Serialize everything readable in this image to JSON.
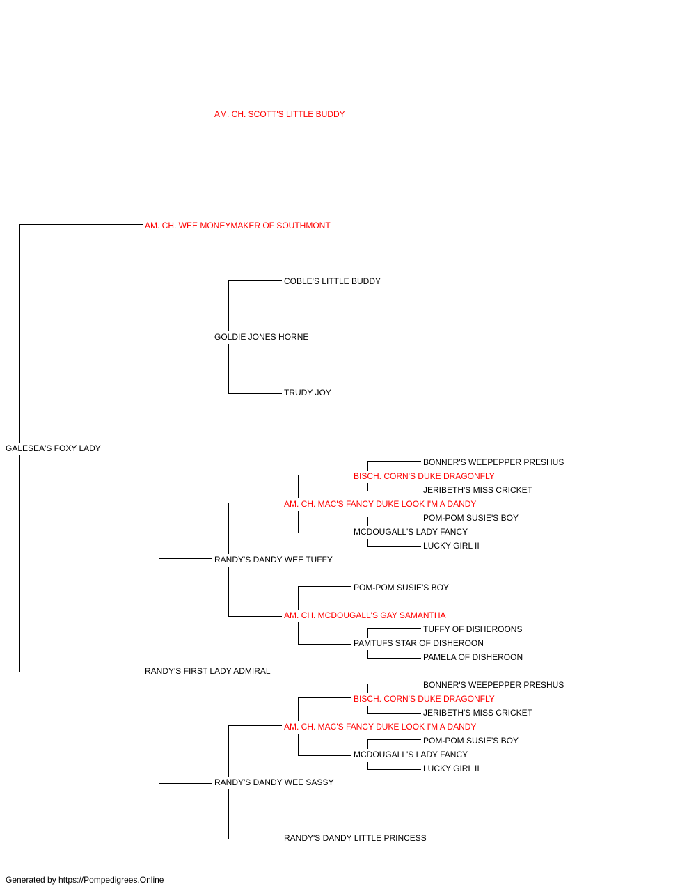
{
  "pedigree": {
    "root": {
      "name": "GALESEA'S FOXY LADY",
      "champion": false
    },
    "sire": {
      "name": "AM. CH. WEE MONEYMAKER OF SOUTHMONT",
      "champion": true
    },
    "sire_sire": {
      "name": "AM. CH. SCOTT'S LITTLE BUDDY",
      "champion": true
    },
    "sire_dam": {
      "name": "GOLDIE JONES HORNE",
      "champion": false
    },
    "sire_dam_sire": {
      "name": "COBLE'S LITTLE BUDDY",
      "champion": false
    },
    "sire_dam_dam": {
      "name": "TRUDY JOY",
      "champion": false
    },
    "dam": {
      "name": "RANDY'S FIRST LADY ADMIRAL",
      "champion": false
    },
    "dam_sire": {
      "name": "RANDY'S DANDY WEE TUFFY",
      "champion": false
    },
    "dam_sire_sire": {
      "name": "AM. CH. MAC'S FANCY DUKE LOOK I'M A DANDY",
      "champion": true
    },
    "dam_sire_sire_sire": {
      "name": "BISCH. CORN'S DUKE DRAGONFLY",
      "champion": true
    },
    "dam_sire_sire_sire_sire": {
      "name": "BONNER'S WEEPEPPER PRESHUS",
      "champion": false
    },
    "dam_sire_sire_sire_dam": {
      "name": "JERIBETH'S MISS CRICKET",
      "champion": false
    },
    "dam_sire_sire_dam": {
      "name": "MCDOUGALL'S LADY FANCY",
      "champion": false
    },
    "dam_sire_sire_dam_sire": {
      "name": "POM-POM SUSIE'S BOY",
      "champion": false
    },
    "dam_sire_sire_dam_dam": {
      "name": "LUCKY GIRL II",
      "champion": false
    },
    "dam_sire_dam": {
      "name": "AM. CH. MCDOUGALL'S GAY SAMANTHA",
      "champion": true
    },
    "dam_sire_dam_sire": {
      "name": "POM-POM SUSIE'S BOY",
      "champion": false
    },
    "dam_sire_dam_dam": {
      "name": "PAMTUFS STAR OF DISHEROON",
      "champion": false
    },
    "dam_sire_dam_dam_sire": {
      "name": "TUFFY OF DISHEROONS",
      "champion": false
    },
    "dam_sire_dam_dam_dam": {
      "name": "PAMELA OF DISHEROON",
      "champion": false
    },
    "dam_dam": {
      "name": "RANDY'S DANDY WEE SASSY",
      "champion": false
    },
    "dam_dam_sire": {
      "name": "AM. CH. MAC'S FANCY DUKE LOOK I'M A DANDY",
      "champion": true
    },
    "dam_dam_sire_sire": {
      "name": "BISCH. CORN'S DUKE DRAGONFLY",
      "champion": true
    },
    "dam_dam_sire_sire_sire": {
      "name": "BONNER'S WEEPEPPER PRESHUS",
      "champion": false
    },
    "dam_dam_sire_sire_dam": {
      "name": "JERIBETH'S MISS CRICKET",
      "champion": false
    },
    "dam_dam_sire_dam": {
      "name": "MCDOUGALL'S LADY FANCY",
      "champion": false
    },
    "dam_dam_sire_dam_sire": {
      "name": "POM-POM SUSIE'S BOY",
      "champion": false
    },
    "dam_dam_sire_dam_dam": {
      "name": "LUCKY GIRL II",
      "champion": false
    },
    "dam_dam_dam": {
      "name": "RANDY'S DANDY LITTLE PRINCESS",
      "champion": false
    }
  },
  "colors": {
    "champion": "#ff0000",
    "normal": "#000000",
    "line": "#000000"
  },
  "footer": "Generated by https://Pompedigrees.Online"
}
